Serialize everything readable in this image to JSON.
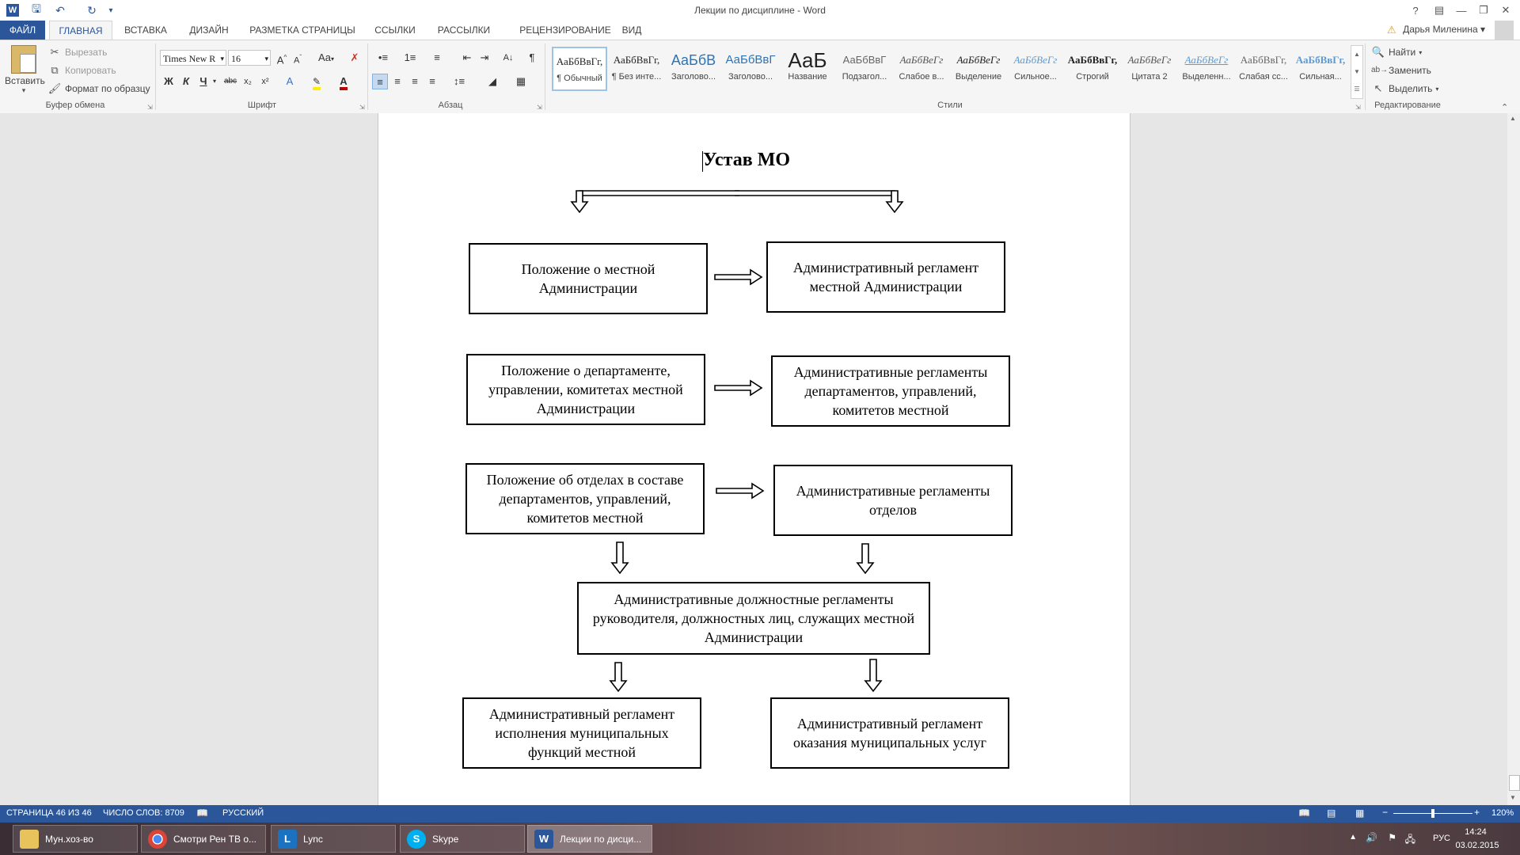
{
  "window": {
    "title": "Лекции по дисциплине - Word",
    "help": "?",
    "user": "Дарья Миленина"
  },
  "tabs": [
    "ФАЙЛ",
    "ГЛАВНАЯ",
    "ВСТАВКА",
    "ДИЗАЙН",
    "РАЗМЕТКА СТРАНИЦЫ",
    "ССЫЛКИ",
    "РАССЫЛКИ",
    "РЕЦЕНЗИРОВАНИЕ",
    "ВИД"
  ],
  "ribbon": {
    "clipboard": {
      "paste": "Вставить",
      "cut": "Вырезать",
      "copy": "Копировать",
      "format_painter": "Формат по образцу",
      "label": "Буфер обмена"
    },
    "font": {
      "name": "Times New R",
      "size": "16",
      "grow": "A",
      "shrink": "A",
      "case": "Aa",
      "bold": "Ж",
      "italic": "К",
      "underline": "Ч",
      "strike": "abc",
      "sub": "x₂",
      "sup": "x²",
      "label": "Шрифт"
    },
    "paragraph": {
      "label": "Абзац",
      "pilcrow": "¶"
    },
    "styles": {
      "label": "Стили",
      "items": [
        {
          "sample": "АаБбВвГг,",
          "name": "¶ Обычный"
        },
        {
          "sample": "АаБбВвГг,",
          "name": "¶ Без инте..."
        },
        {
          "sample": "АаБбВ",
          "name": "Заголово..."
        },
        {
          "sample": "АаБбВвГ",
          "name": "Заголово..."
        },
        {
          "sample": "АаБ",
          "name": "Название"
        },
        {
          "sample": "АаБбВвГ",
          "name": "Подзагол..."
        },
        {
          "sample": "АаБбВеГг",
          "name": "Слабое в..."
        },
        {
          "sample": "АаБбВеГг",
          "name": "Выделение"
        },
        {
          "sample": "АаБбВеГг",
          "name": "Сильное..."
        },
        {
          "sample": "АаБбВвГг,",
          "name": "Строгий"
        },
        {
          "sample": "АаБбВеГг",
          "name": "Цитата 2"
        },
        {
          "sample": "АаБбВеГг",
          "name": "Выделенн..."
        },
        {
          "sample": "АаБбВвГг,",
          "name": "Слабая сс..."
        },
        {
          "sample": "АаБбВвГг,",
          "name": "Сильная..."
        }
      ]
    },
    "editing": {
      "find": "Найти",
      "replace": "Заменить",
      "select": "Выделить",
      "label": "Редактирование"
    }
  },
  "document": {
    "title": "Устав МО",
    "boxes": {
      "b1": "Положение о местной Администрации",
      "b2": "Административный регламент местной Администрации",
      "b3": "Положение о департаменте, управлении, комитетах местной Администрации",
      "b4": "Административные регламенты департаментов, управлений, комитетов местной",
      "b5": "Положение об отделах в составе департаментов, управлений, комитетов местной",
      "b6": "Административные регламенты отделов",
      "b7": "Административные должностные регламенты руководителя, должностных лиц, служащих местной Администрации",
      "b8": "Административный регламент исполнения муниципальных функций местной",
      "b9": "Административный регламент оказания муниципальных услуг"
    }
  },
  "status": {
    "page": "СТРАНИЦА 46 ИЗ 46",
    "words": "ЧИСЛО СЛОВ: 8709",
    "language": "РУССКИЙ",
    "zoom": "120%"
  },
  "taskbar": {
    "items": [
      "Мун.хоз-во",
      "Смотри Рен ТВ о...",
      "Lync",
      "Skype",
      "Лекции по дисци..."
    ],
    "lang": "РУС",
    "time": "14:24",
    "date": "03.02.2015"
  }
}
